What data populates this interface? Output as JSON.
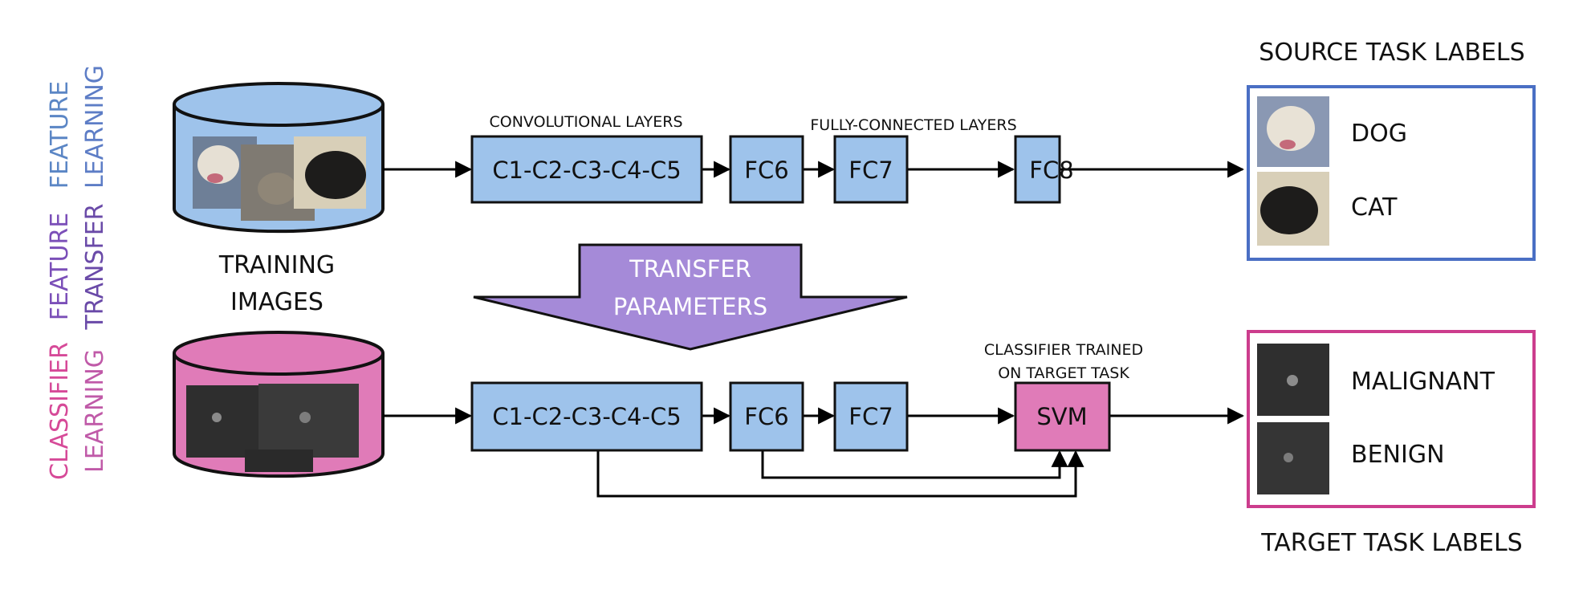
{
  "side_labels": {
    "feature_learning": {
      "line1": "FEATURE",
      "line2": "LEARNING",
      "color1": "#5b86c5",
      "color2": "#5d7dc6"
    },
    "feature_transfer": {
      "line1": "FEATURE",
      "line2": "TRANSFER",
      "color1": "#7b4fb8",
      "color2": "#6a4aa8"
    },
    "classifier_learning": {
      "line1": "CLASSIFIER",
      "line2": "LEARNING",
      "color1": "#d64a98",
      "color2": "#c05aa8"
    }
  },
  "training_images_label": {
    "line1": "TRAINING",
    "line2": "IMAGES"
  },
  "section_labels": {
    "conv_layers": "CONVOLUTIONAL LAYERS",
    "fc_layers": "FULLY-CONNECTED LAYERS",
    "classifier_line1": "CLASSIFIER TRAINED",
    "classifier_line2": "ON TARGET TASK"
  },
  "top_row": {
    "conv": "C1-C2-C3-C4-C5",
    "fc6": "FC6",
    "fc7": "FC7",
    "fc8": "FC8"
  },
  "transfer": {
    "line1": "TRANSFER",
    "line2": "PARAMETERS"
  },
  "bottom_row": {
    "conv": "C1-C2-C3-C4-C5",
    "fc6": "FC6",
    "fc7": "FC7",
    "svm": "SVM"
  },
  "source_labels": {
    "title": "SOURCE TASK LABELS",
    "items": [
      "DOG",
      "CAT"
    ]
  },
  "target_labels": {
    "title": "TARGET TASK LABELS",
    "items": [
      "MALIGNANT",
      "BENIGN"
    ]
  },
  "colors": {
    "layer_fill": "#9ec3eb",
    "svm_fill": "#e07bb8",
    "source_box": "#4a6fc4",
    "target_box": "#cc3d8d",
    "arrow_fill": "#a58ad8",
    "cyl_blue": "#9ec3eb",
    "cyl_pink": "#e07bb8"
  }
}
